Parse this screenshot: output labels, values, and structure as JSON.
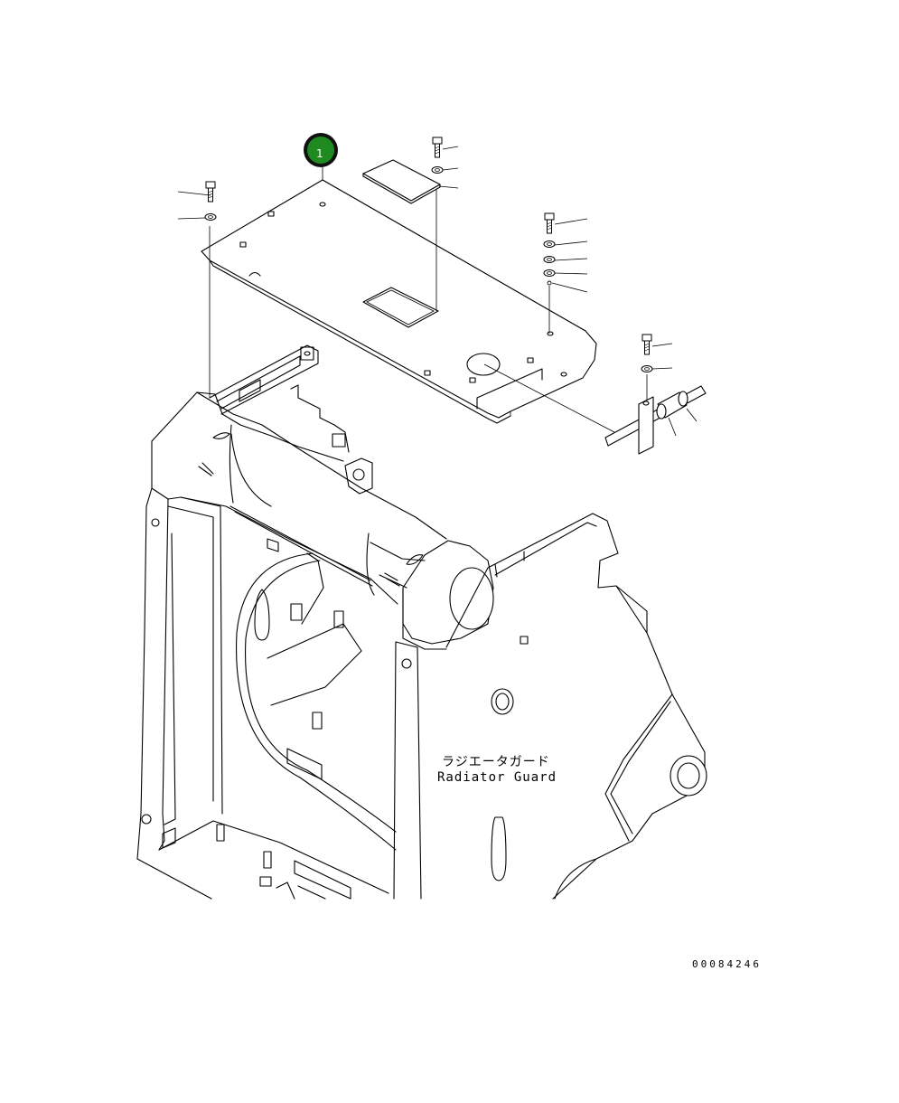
{
  "callout": {
    "number": "1",
    "fill_color": "#1f8a1f",
    "ring_color": "#111111"
  },
  "part_label": {
    "japanese": "ラジエータガード",
    "english": "Radiator Guard"
  },
  "catalog_number": "00084246",
  "icons": [
    "bolt-icon",
    "washer-icon",
    "clamp-icon"
  ]
}
